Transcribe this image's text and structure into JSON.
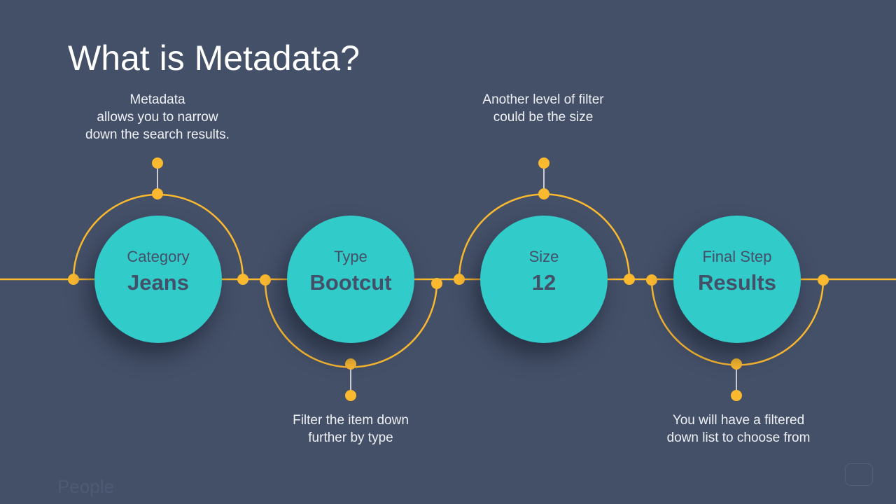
{
  "title": "What is Metadata?",
  "steps": [
    {
      "label": "Category",
      "value": "Jeans",
      "caption": "Metadata\nallows you to narrow\ndown the search results."
    },
    {
      "label": "Type",
      "value": "Bootcut",
      "caption": "Filter the item down\nfurther by type"
    },
    {
      "label": "Size",
      "value": "12",
      "caption": "Another level of filter\ncould be the size"
    },
    {
      "label": "Final Step",
      "value": "Results",
      "caption": "You will have a filtered\ndown list to choose from"
    }
  ],
  "watermark": "People",
  "colors": {
    "background": "#445068",
    "circle": "#31cbc9",
    "accent": "#fbb92f"
  }
}
